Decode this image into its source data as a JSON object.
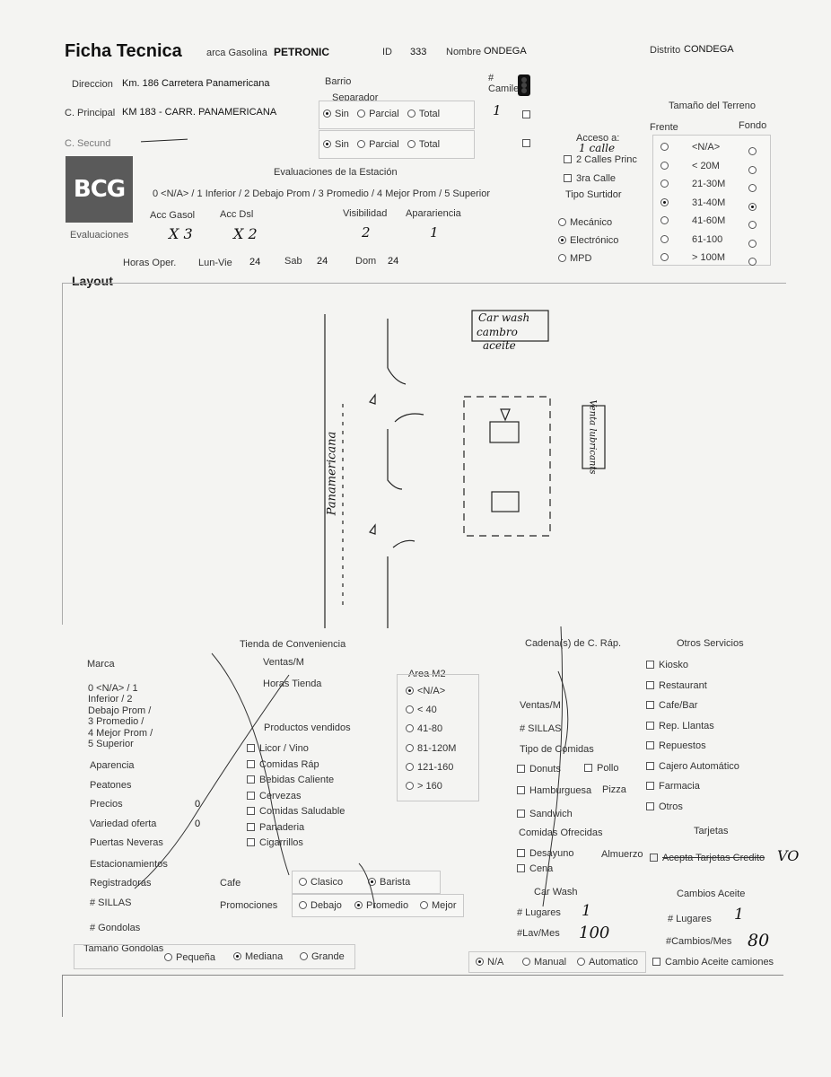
{
  "header": {
    "title": "Ficha Tecnica",
    "marca_label": "arca Gasolina",
    "marca_value": "PETRONIC",
    "id_label": "ID",
    "id_value": "333",
    "nombre_label": "Nombre",
    "nombre_value": "ONDEGA",
    "distrito_label": "Distrito",
    "distrito_value": "CONDEGA"
  },
  "address": {
    "direccion_label": "Direccion",
    "direccion_value": "Km. 186 Carretera Panamericana",
    "principal_label": "C. Principal",
    "principal_value": "KM 183 - CARR. PANAMERICANA",
    "secund_label": "C. Secund",
    "barrio_label": "Barrio",
    "separador_label": "Separador",
    "separador_options": [
      "Sin",
      "Parcial",
      "Total"
    ],
    "camiles_label": "#\nCamiles",
    "camiles_value": "1"
  },
  "acceso": {
    "label": "Acceso a:",
    "handwritten": "1 calle",
    "options": [
      "2 Calles Princ",
      "3ra Calle"
    ],
    "tipo_surtidor_label": "Tipo Surtidor",
    "surtidor_options": [
      "Mecánico",
      "Electrónico",
      "MPD"
    ],
    "surtidor_selected": "Electrónico"
  },
  "terreno": {
    "title": "Tamaño del Terreno",
    "frente_label": "Frente",
    "fondo_label": "Fondo",
    "rows": [
      "<N/A>",
      "< 20M",
      "21-30M",
      "31-40M",
      "41-60M",
      "61-100",
      "> 100M"
    ],
    "selected": "31-40M"
  },
  "evaluaciones": {
    "title": "Evaluaciones de la Estación",
    "scale": "0 <N/A> /  1 Inferior  /  2 Debajo Prom  /  3 Promedio  /  4 Mejor Prom  /  5 Superior",
    "row_label": "Evaluaciones",
    "headers": [
      "Acc Gasol",
      "Acc Dsl",
      "Visibilidad",
      "Aparariencia"
    ],
    "values": [
      "X 3",
      "X 2",
      "2",
      "1"
    ],
    "logo_text": "BCG"
  },
  "horas": {
    "label": "Horas Oper.",
    "lunvie_label": "Lun-Vie",
    "lunvie_value": "24",
    "sab_label": "Sab",
    "sab_value": "24",
    "dom_label": "Dom",
    "dom_value": "24"
  },
  "layout": {
    "label": "Layout",
    "sketch_labels": [
      "Car wash",
      "cambro",
      "aceite",
      "Panamericana",
      "Venta lubricants"
    ]
  },
  "tienda": {
    "title": "Tienda de Conveniencia",
    "marca": "Marca",
    "ventas": "Ventas/M",
    "horas_tienda": "Horas Tienda",
    "scale_lines": [
      "0 <N/A> / 1",
      "Inferior  /  2",
      "Debajo Prom  /",
      "3 Promedio  /",
      "4 Mejor Prom  /",
      "5 Superior"
    ],
    "fields": [
      "Aparencia",
      "Peatones",
      "Precios",
      "Variedad oferta",
      "Puertas Neveras",
      "Estacionamientos",
      "Registradoras",
      "# SILLAS",
      "# Gondolas"
    ],
    "precios_value": "0",
    "variedad_value": "0",
    "productos_label": "Productos vendidos",
    "productos": [
      "Licor / Vino",
      "Comidas Ráp",
      "Bebidas Caliente",
      "Cervezas",
      "Comidas Saludable",
      "Panaderia",
      "Cigarrillos"
    ],
    "area_label": "Area M2",
    "area_options": [
      "<N/A>",
      "< 40",
      "41-80",
      "81-120M",
      "121-160",
      "> 160"
    ],
    "cafe_label": "Cafe",
    "cafe_options": [
      "Clasico",
      "Barista"
    ],
    "promociones_label": "Promociones",
    "promo_options": [
      "Debajo",
      "Promedio",
      "Mejor"
    ],
    "gondolas_label": "Tamaño Gondolas",
    "gondola_options": [
      "Pequeña",
      "Mediana",
      "Grande"
    ]
  },
  "cadenas": {
    "title": "Cadena(s) de C. Ráp.",
    "ventas": "Ventas/M",
    "sillas": "# SILLAS",
    "tipo_label": "Tipo de Comidas",
    "tipos": [
      "Donuts",
      "Pollo",
      "Hamburguesa",
      "Pizza",
      "Sandwich"
    ],
    "ofrecidas_label": "Comidas Ofrecidas",
    "ofrecidas": [
      "Desayuno",
      "Almuerzo",
      "Cena"
    ]
  },
  "otros": {
    "title": "Otros Servicios",
    "items": [
      "Kiosko",
      "Restaurant",
      "Cafe/Bar",
      "Rep. Llantas",
      "Repuestos",
      "Cajero Automático",
      "Farmacia",
      "Otros"
    ],
    "tarjetas_title": "Tarjetas",
    "tarjetas_item": "Acepta Tarjetas Credito",
    "tarjetas_hw": "VO"
  },
  "carwash": {
    "title": "Car Wash",
    "lugares_label": "# Lugares",
    "lugares_value": "1",
    "lav_label": "#Lav/Mes",
    "lav_value": "100",
    "options": [
      "N/A",
      "Manual",
      "Automatico"
    ]
  },
  "aceite": {
    "title": "Cambios Aceite",
    "lugares_label": "# Lugares",
    "lugares_value": "1",
    "cambios_label": "#Cambios/Mes",
    "cambios_value": "80",
    "camiones_label": "Cambio Aceite camiones"
  }
}
